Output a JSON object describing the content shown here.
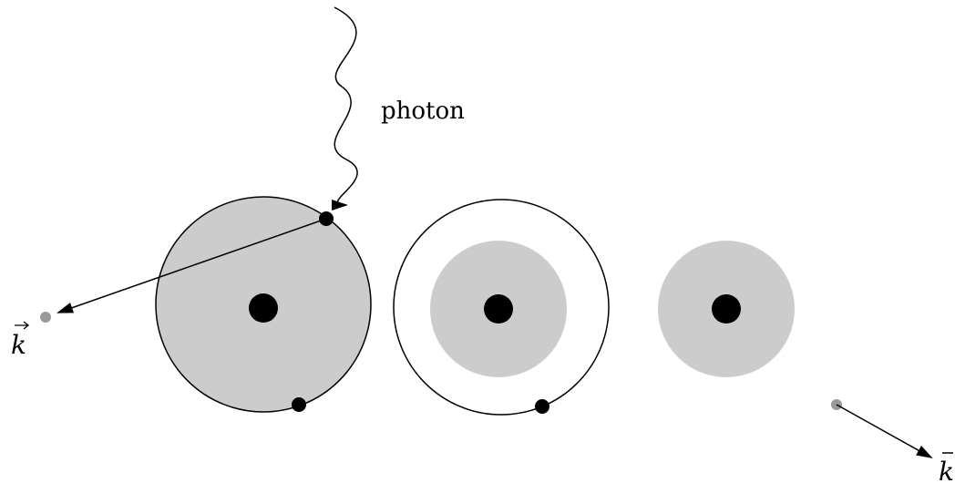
{
  "labels": {
    "photon": "photon",
    "k_vec": "k",
    "k_bar": "k"
  },
  "colors": {
    "background": "#ffffff",
    "stroke": "#000000",
    "shell_fill": "#cccccc",
    "nucleus": "#000000",
    "electron": "#000000",
    "emitted_particle": "#999999"
  }
}
